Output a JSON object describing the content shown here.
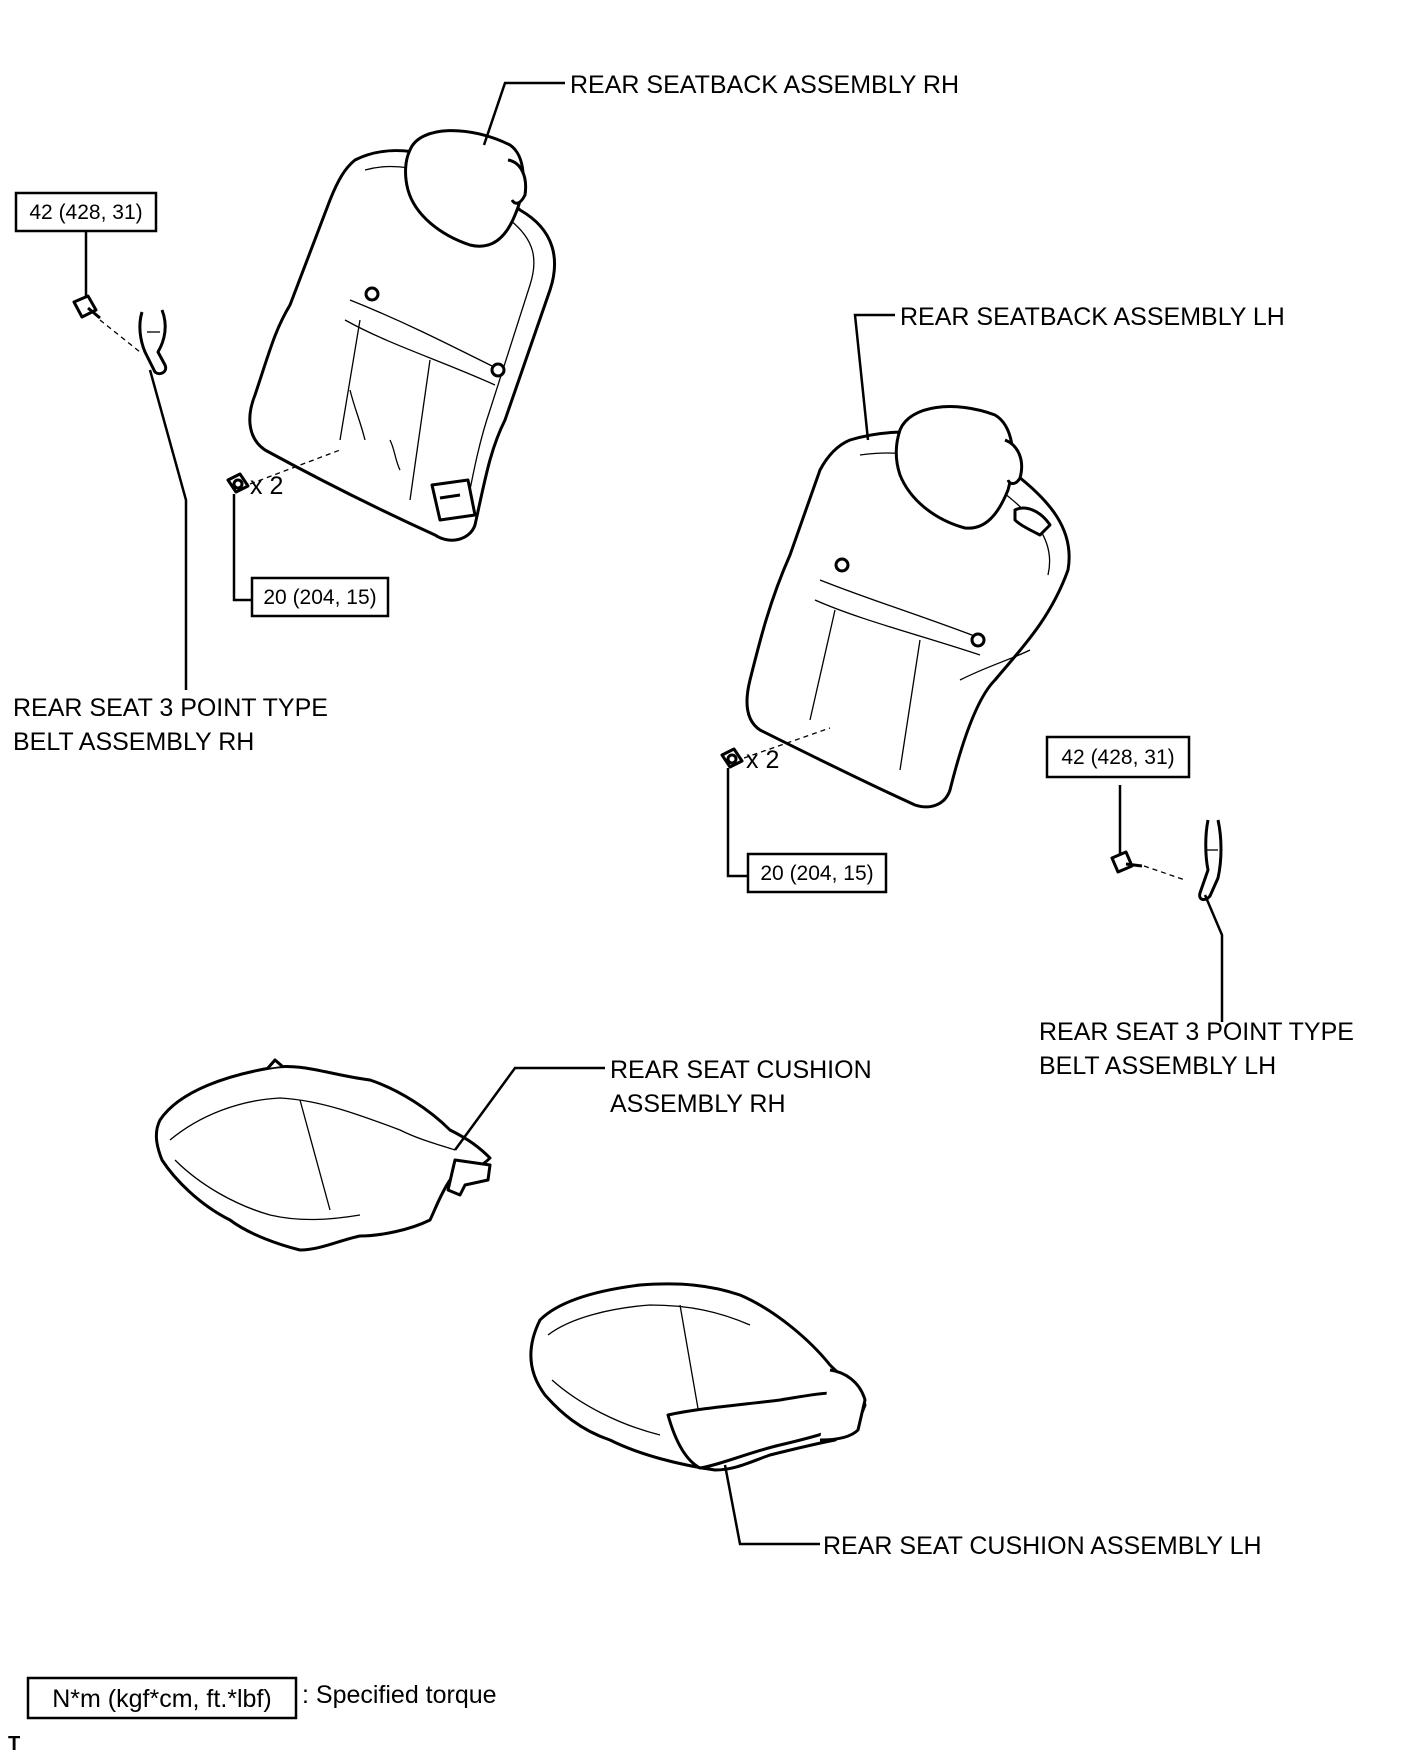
{
  "labels": {
    "seatback_rh": "REAR SEATBACK ASSEMBLY RH",
    "seatback_lh": "REAR SEATBACK ASSEMBLY LH",
    "belt_rh_line1": "REAR SEAT 3 POINT TYPE",
    "belt_rh_line2": "BELT ASSEMBLY RH",
    "belt_lh_line1": "REAR SEAT 3 POINT TYPE",
    "belt_lh_line2": "BELT ASSEMBLY LH",
    "cushion_rh_line1": "REAR SEAT CUSHION",
    "cushion_rh_line2": "ASSEMBLY RH",
    "cushion_lh": "REAR SEAT CUSHION ASSEMBLY LH"
  },
  "torque": {
    "belt_rh": "42 (428, 31)",
    "seatback_rh_nut": "20 (204, 15)",
    "seatback_lh_nut": "20 (204, 15)",
    "belt_lh": "42 (428, 31)"
  },
  "quantity": {
    "seatback_rh": "x 2",
    "seatback_lh": "x 2"
  },
  "legend": {
    "unit": "N*m (kgf*cm, ft.*lbf)",
    "text": ": Specified torque"
  },
  "corner_mark": "T"
}
